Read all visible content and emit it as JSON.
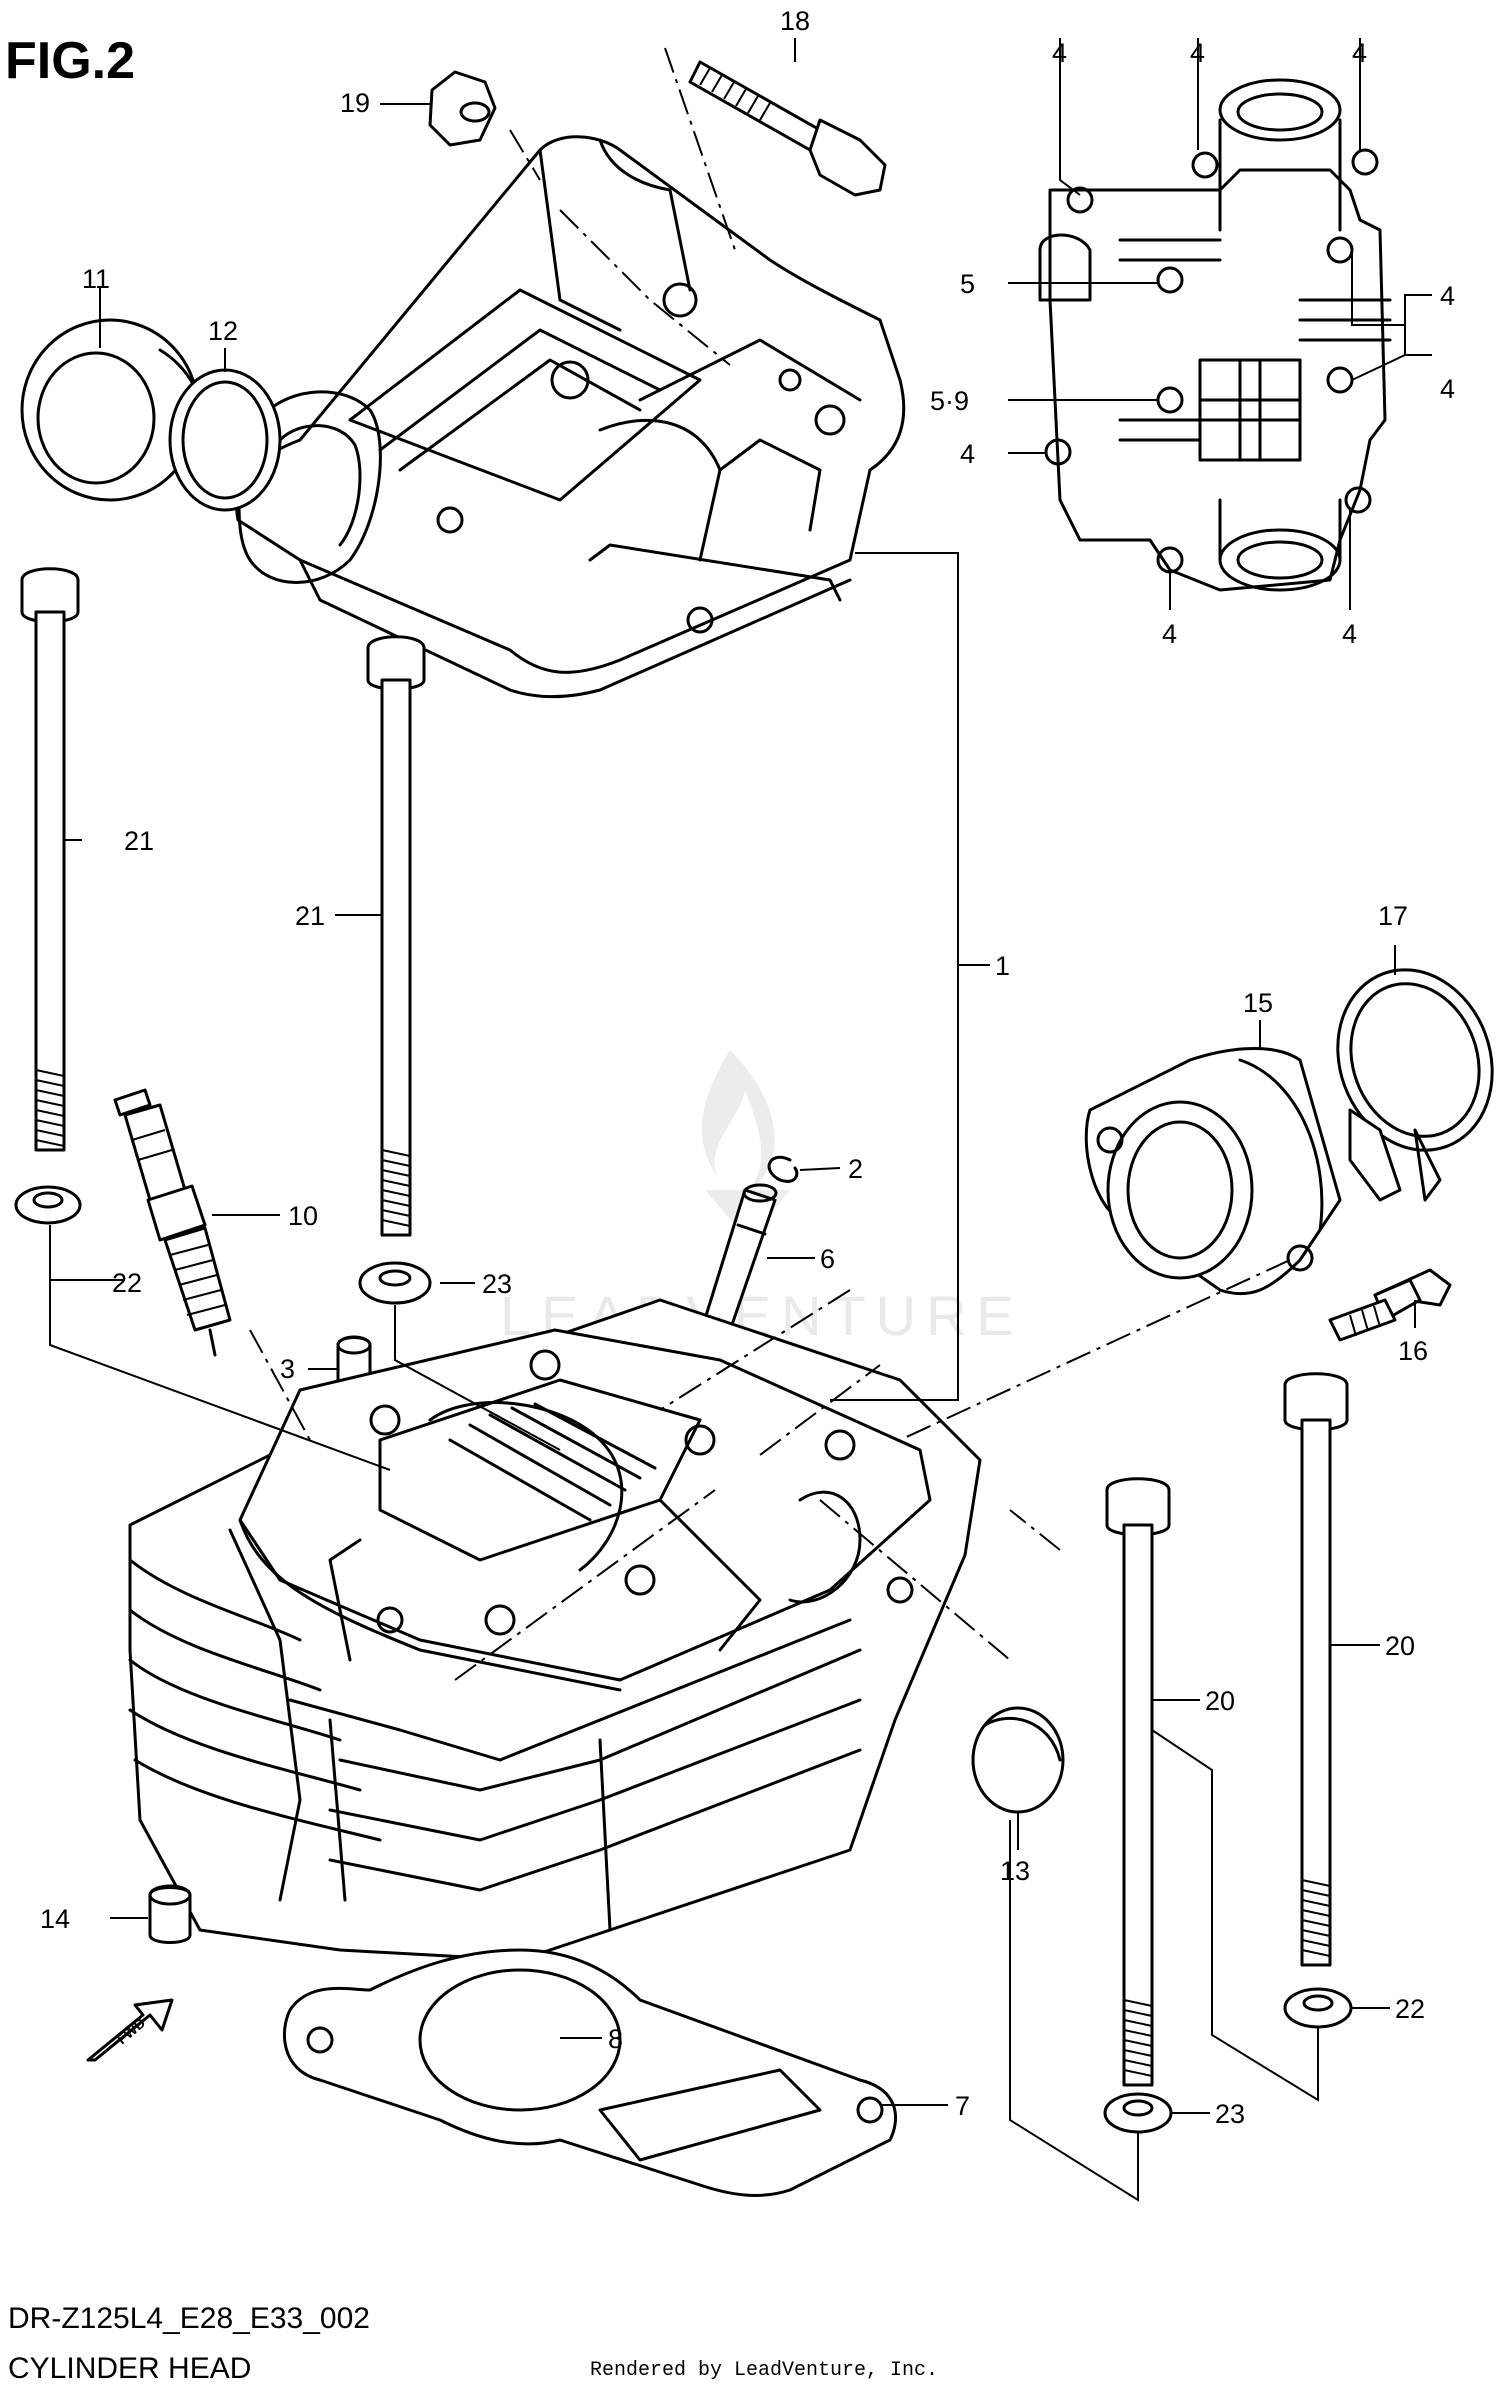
{
  "figure_title": "FIG.2",
  "diagram_code": "DR-Z125L4_E28_E33_002",
  "diagram_name": "CYLINDER HEAD",
  "credit": "Rendered by LeadVenture, Inc.",
  "watermark": "LEADVENTURE",
  "fwd_label": "FWD",
  "callouts": {
    "c1": "1",
    "c2": "2",
    "c3": "3",
    "c4": "4",
    "c5": "5",
    "c5_9": "5·9",
    "c6": "6",
    "c7": "7",
    "c8": "8",
    "c10": "10",
    "c11": "11",
    "c12": "12",
    "c13": "13",
    "c14": "14",
    "c15": "15",
    "c16": "16",
    "c17": "17",
    "c18": "18",
    "c19": "19",
    "c20": "20",
    "c21": "21",
    "c22": "22",
    "c23": "23"
  }
}
